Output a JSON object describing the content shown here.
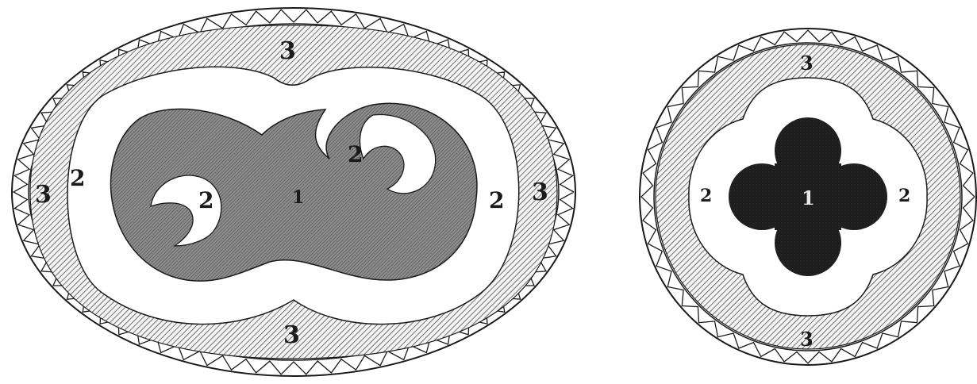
{
  "left_figure": {
    "labels": {
      "region_1": "1",
      "region_2_outer_left": "2",
      "region_2_spiral_left": "2",
      "region_2_spiral_right": "2",
      "region_2_outer_right": "2",
      "region_3_top": "3",
      "region_3_left": "3",
      "region_3_right": "3",
      "region_3_bottom": "3"
    }
  },
  "right_figure": {
    "labels": {
      "region_1": "1",
      "region_2_left": "2",
      "region_2_right": "2",
      "region_3_top": "3",
      "region_3_bottom": "3"
    }
  }
}
